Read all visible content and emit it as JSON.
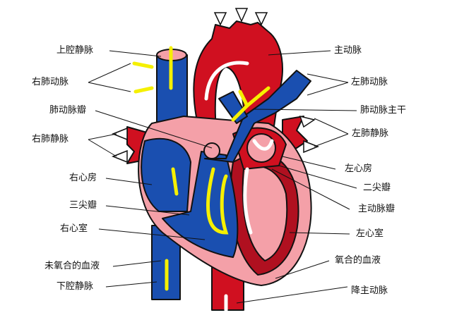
{
  "colors": {
    "deoxygenated": "#1a4fb0",
    "oxygenated": "#d01020",
    "wall": "#f4a0a8",
    "arrow": "#f5f000",
    "outline": "#111111"
  },
  "labels_left": [
    "上腔静脉",
    "右肺动脉",
    "肺动脉瓣",
    "右肺静脉",
    "右心房",
    "三尖瓣",
    "右心室",
    "未氧合的血液",
    "下腔静脉"
  ],
  "labels_right": [
    "主动脉",
    "左肺动脉",
    "肺动脉主干",
    "左肺静脉",
    "左心房",
    "二尖瓣",
    "主动脉瓣",
    "左心室",
    "氧合的血液",
    "降主动脉"
  ]
}
